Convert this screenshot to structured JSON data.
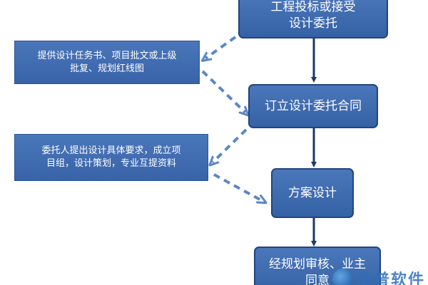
{
  "steps": [
    {
      "lines": [
        "工程投标或接受",
        "设计委托"
      ]
    },
    {
      "lines": [
        "订立设计委托合同"
      ]
    },
    {
      "lines": [
        "方案设计"
      ]
    },
    {
      "lines": [
        "经规划审核、业主",
        "同意"
      ]
    }
  ],
  "notes": [
    {
      "lines": [
        "提供设计任务书、项目批文或上级",
        "批复、规划红线图"
      ]
    },
    {
      "lines": [
        "委托人提出设计具体要求，成立项",
        "目组，设计策划，专业互提资料"
      ]
    }
  ],
  "watermark": {
    "text": "泛普软件"
  },
  "colors": {
    "box_fill": "#3f6cb1",
    "box_border": "#23457e",
    "arrow_solid": "#1f3864",
    "arrow_dashed": "#5b87c5"
  }
}
